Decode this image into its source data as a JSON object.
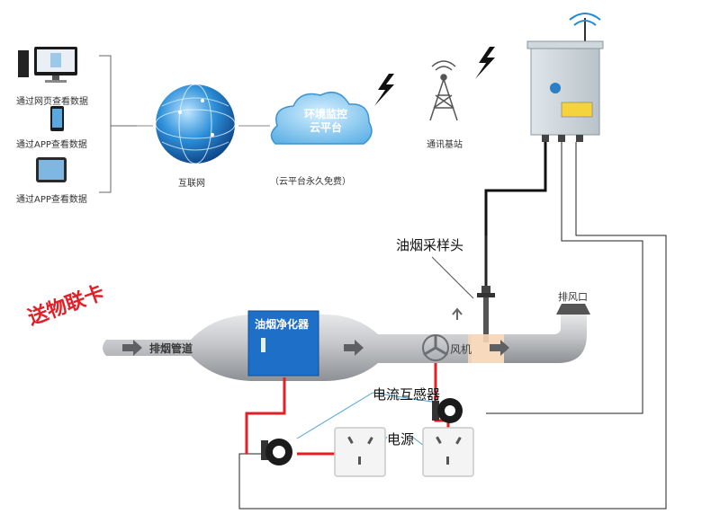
{
  "clients": [
    {
      "label": "通过网页查看数据",
      "icon": "desktop-computer-icon"
    },
    {
      "label": "通过APP查看数据",
      "icon": "smartphone-icon"
    },
    {
      "label": "通过APP查看数据",
      "icon": "tablet-icon"
    }
  ],
  "network": {
    "internet_label": "互联网",
    "cloud_title_line1": "环境监控",
    "cloud_title_line2": "云平台",
    "cloud_note": "（云平台永久免费）",
    "tower_label": "通讯基站"
  },
  "promo": "送物联卡",
  "duct": {
    "inlet_label": "排烟管道",
    "purifier_label": "油烟净化器",
    "fan_label": "风机",
    "outlet_label": "排风口"
  },
  "callouts": {
    "sampling_head": "油烟采样头",
    "current_transformer": "电流互感器",
    "power": "电源"
  },
  "colors": {
    "power_wire": "#e21f26",
    "signal_wire": "#111111",
    "duct": "#c9cbcd",
    "purifier": "#1e6fc8",
    "promo": "#e21f26"
  }
}
